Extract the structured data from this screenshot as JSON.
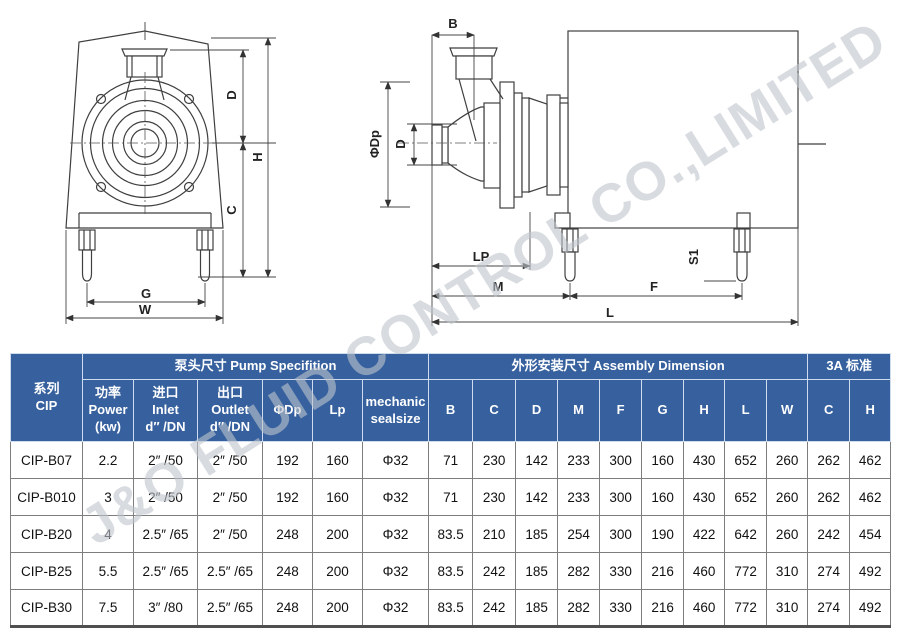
{
  "watermark": "J&O FLUID CONTROL CO.,LIMITED",
  "colors": {
    "header_bg": "#37619e",
    "header_text": "#ffffff",
    "grid_line": "#7d7d7d",
    "drawing_line": "#3f3f3f",
    "watermark": "#bfc5cc"
  },
  "drawings": {
    "front_view": {
      "d": "D",
      "h": "H",
      "c": "C",
      "g": "G",
      "w": "W"
    },
    "side_view": {
      "b": "B",
      "phi_dp": "ΦDp",
      "d": "D",
      "lp": "LP",
      "m": "M",
      "f": "F",
      "l": "L",
      "s1": "S1"
    }
  },
  "table": {
    "series_header": "系列\nCIP",
    "groups": {
      "pump": "泵头尺寸 Pump Specifition",
      "assembly": "外形安装尺寸 Assembly Dimension",
      "standard": "3A 标准"
    },
    "subheaders": [
      "功率\nPower\n(kw)",
      "进口\nInlet\nd″ /DN",
      "出口\nOutlet\nd″ /DN",
      "ΦDp",
      "Lp",
      "mechanic\nsealsize",
      "B",
      "C",
      "D",
      "M",
      "F",
      "G",
      "H",
      "L",
      "W",
      "C",
      "H"
    ],
    "rows": [
      {
        "model": "CIP-B07",
        "cells": [
          "2.2",
          "2″ /50",
          "2″ /50",
          "192",
          "160",
          "Φ32",
          "71",
          "230",
          "142",
          "233",
          "300",
          "160",
          "430",
          "652",
          "260",
          "262",
          "462"
        ]
      },
      {
        "model": "CIP-B010",
        "cells": [
          "3",
          "2″ /50",
          "2″ /50",
          "192",
          "160",
          "Φ32",
          "71",
          "230",
          "142",
          "233",
          "300",
          "160",
          "430",
          "652",
          "260",
          "262",
          "462"
        ]
      },
      {
        "model": "CIP-B20",
        "cells": [
          "4",
          "2.5″ /65",
          "2″ /50",
          "248",
          "200",
          "Φ32",
          "83.5",
          "210",
          "185",
          "254",
          "300",
          "190",
          "422",
          "642",
          "260",
          "242",
          "454"
        ]
      },
      {
        "model": "CIP-B25",
        "cells": [
          "5.5",
          "2.5″ /65",
          "2.5″ /65",
          "248",
          "200",
          "Φ32",
          "83.5",
          "242",
          "185",
          "282",
          "330",
          "216",
          "460",
          "772",
          "310",
          "274",
          "492"
        ]
      },
      {
        "model": "CIP-B30",
        "cells": [
          "7.5",
          "3″ /80",
          "2.5″ /65",
          "248",
          "200",
          "Φ32",
          "83.5",
          "242",
          "185",
          "282",
          "330",
          "216",
          "460",
          "772",
          "310",
          "274",
          "492"
        ]
      }
    ]
  }
}
